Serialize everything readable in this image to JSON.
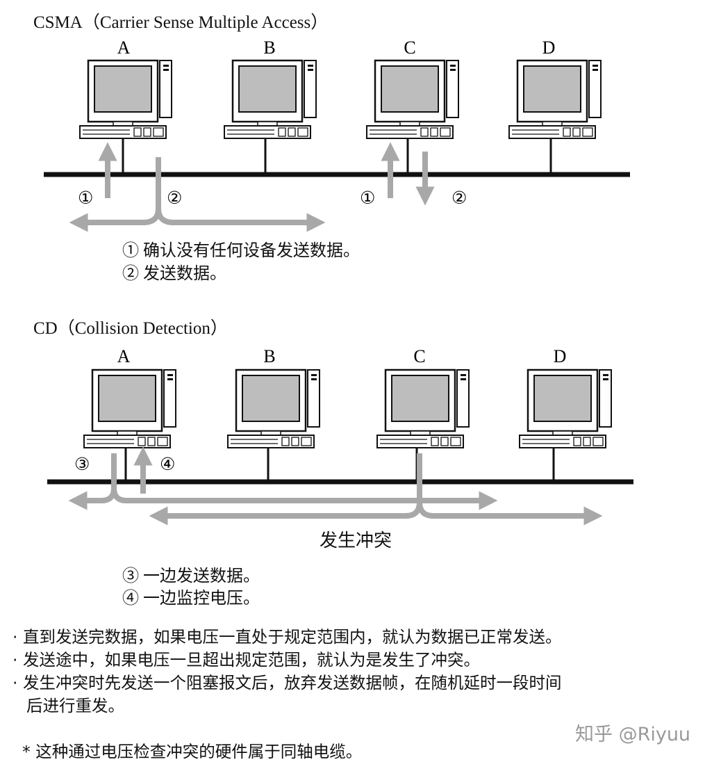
{
  "csma": {
    "title": "CSMA（Carrier Sense Multiple Access）",
    "computers": [
      "A",
      "B",
      "C",
      "D"
    ],
    "markers": [
      "①",
      "②",
      "①",
      "②"
    ],
    "notes": [
      "① 确认没有任何设备发送数据。",
      "② 发送数据。"
    ]
  },
  "cd": {
    "title": "CD（Collision Detection）",
    "computers": [
      "A",
      "B",
      "C",
      "D"
    ],
    "markers": [
      "③",
      "④"
    ],
    "collision_label": "发生冲突",
    "notes": [
      "③ 一边发送数据。",
      "④ 一边监控电压。"
    ]
  },
  "bullets": [
    "· 直到发送完数据，如果电压一直处于规定范围内，就认为数据已正常发送。",
    "· 发送途中，如果电压一旦超出规定范围，就认为是发生了冲突。",
    "· 发生冲突时先发送一个阻塞报文后，放弃发送数据帧，在随机延时一段时间",
    "后进行重发。"
  ],
  "footnote": "* 这种通过电压检查冲突的硬件属于同轴电缆。",
  "watermark": "知乎 @Riyuu",
  "colors": {
    "arrow": "#a8a8a8",
    "cable": "#000000",
    "screen": "#bdbdbd"
  }
}
